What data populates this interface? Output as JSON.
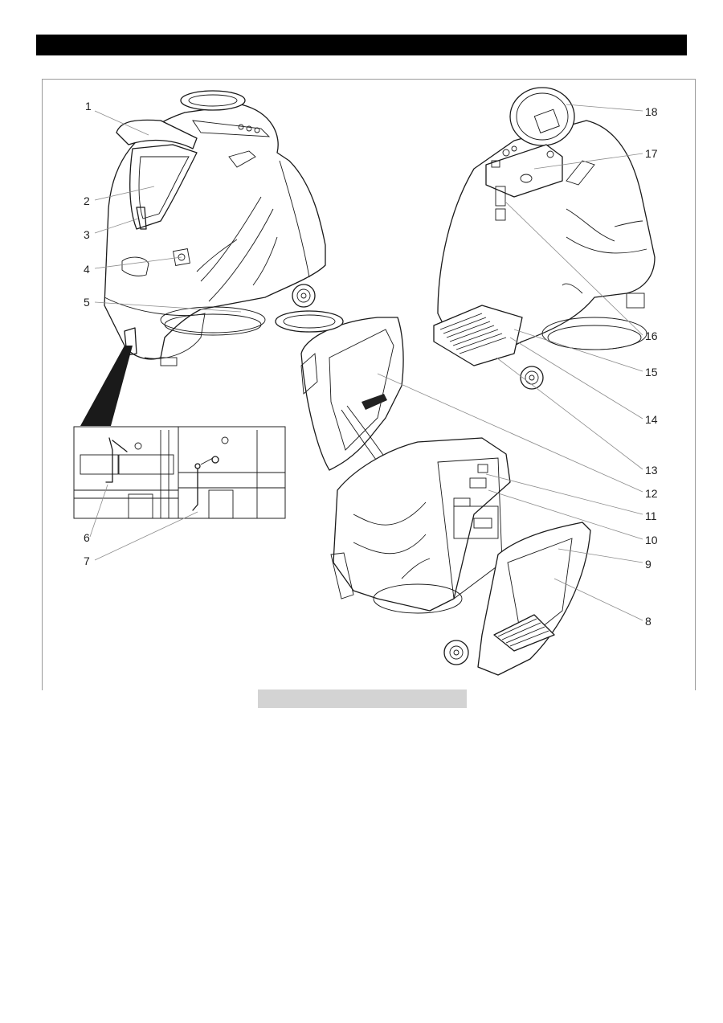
{
  "page": {
    "header_bar_color": "#000000",
    "caption_bar_color": "#d3d3d3"
  },
  "figure": {
    "description": "Machine overview – ride-on floor scrubber, three views plus detail inset",
    "callouts": [
      {
        "n": "1"
      },
      {
        "n": "2"
      },
      {
        "n": "3"
      },
      {
        "n": "4"
      },
      {
        "n": "5"
      },
      {
        "n": "6"
      },
      {
        "n": "7"
      },
      {
        "n": "8"
      },
      {
        "n": "9"
      },
      {
        "n": "10"
      },
      {
        "n": "11"
      },
      {
        "n": "12"
      },
      {
        "n": "13"
      },
      {
        "n": "14"
      },
      {
        "n": "15"
      },
      {
        "n": "16"
      },
      {
        "n": "17"
      },
      {
        "n": "18"
      }
    ]
  }
}
